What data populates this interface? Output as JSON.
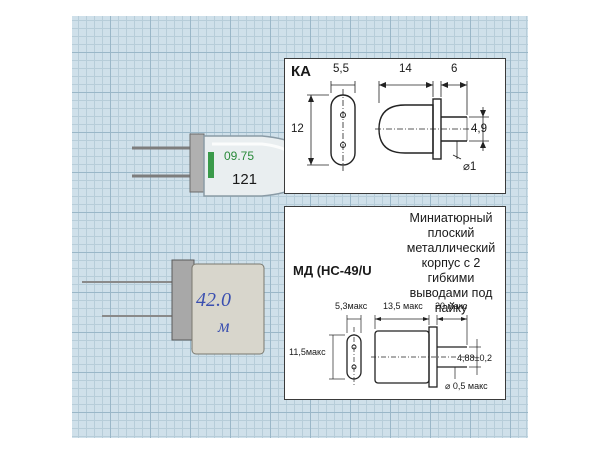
{
  "ka_card": {
    "title": "КА",
    "dim_width": "5,5",
    "dim_body": "14",
    "dim_leads": "6",
    "dim_height": "12",
    "dim_pitch": "4,9",
    "dim_lead_diameter": "⌀1"
  },
  "md_card": {
    "title": "МД (НС-49/U",
    "description": "Миниатюрный плоский металлический корпус с 2 гибкими выводами под пайку",
    "dim_width": "5,3макс",
    "dim_body": "13,5 макс",
    "dim_leads": "20 макс",
    "dim_height": "11,5макс",
    "dim_pitch": "4,88±0,2",
    "dim_lead_diameter": "⌀ 0,5 макс"
  },
  "photo_labels": {
    "ka_crystal": [
      "09.75",
      "121"
    ],
    "md_crystal": [
      "42.0",
      "м"
    ]
  },
  "colors": {
    "grid_bg": "#cfe0ea",
    "grid_line": "#9ab7c8",
    "marker_green": "#2a8a3a",
    "marker_blue": "#3a4fb0"
  }
}
